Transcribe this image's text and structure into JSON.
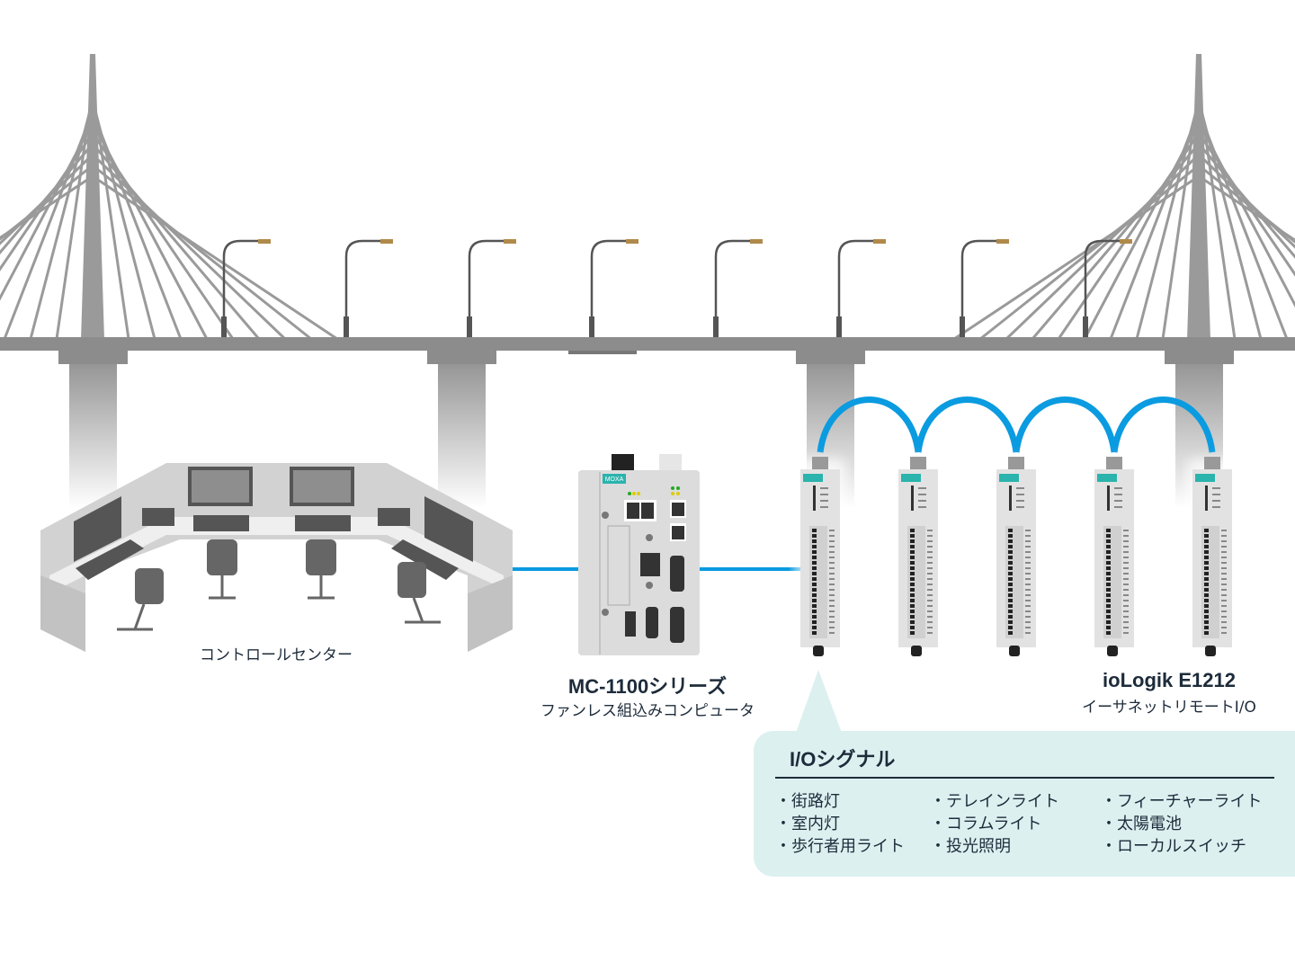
{
  "labels": {
    "control_center": "コントロールセンター",
    "computer_name": "MC-1100シリーズ",
    "computer_desc": "ファンレス組込みコンピュータ",
    "io_name": "ioLogik E1212",
    "io_desc": "イーサネットリモートI/O",
    "brand_logo": "MOXA"
  },
  "callout": {
    "title": "I/Oシグナル",
    "columns": [
      [
        "街路灯",
        "室内灯",
        "歩行者用ライト"
      ],
      [
        "テレインライト",
        "コラムライト",
        "投光照明"
      ],
      [
        "フィーチャーライト",
        "太陽電池",
        "ローカルスイッチ"
      ]
    ]
  },
  "colors": {
    "link": "#0a9be0",
    "bridge": "#8c8c8c",
    "callout_bg": "#dcf0f0",
    "accent": "#2bb3ad"
  }
}
